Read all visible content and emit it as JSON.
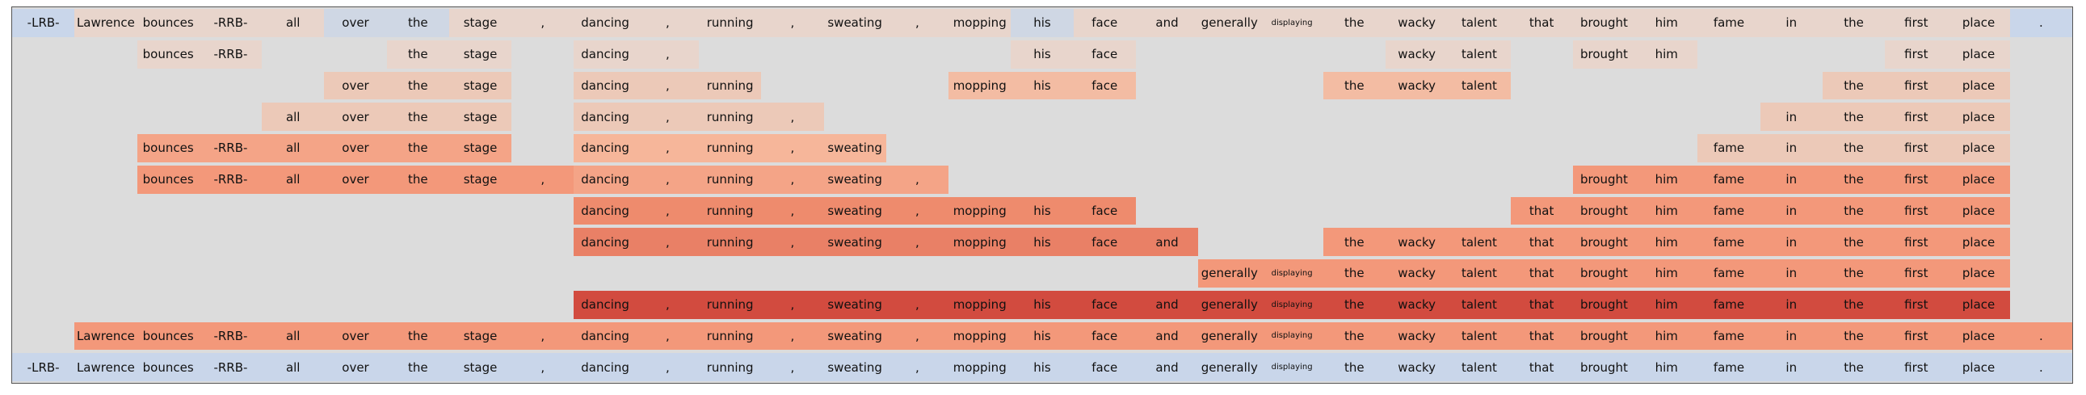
{
  "tokens": [
    "-LRB-",
    "Lawrence",
    "bounces",
    "-RRB-",
    "all",
    "over",
    "the",
    "stage",
    ",",
    "dancing",
    ",",
    "running",
    ",",
    "sweating",
    ",",
    "mopping",
    "his",
    "face",
    "and",
    "generally",
    "displaying",
    "the",
    "wacky",
    "talent",
    "that",
    "brought",
    "him",
    "fame",
    "in",
    "the",
    "first",
    "place",
    "."
  ],
  "colors": {
    "background": "#dcdcdc",
    "blue": "#c9d6ea",
    "blue2": "#cfd7e4",
    "a": "#e8d5cc",
    "b": "#ecc9b8",
    "c": "#f3bca3",
    "d": "#f6b69a",
    "e": "#f4a487",
    "f": "#f3987a",
    "g": "#ee8b6d",
    "h": "#e98066",
    "i": "#d24b3f"
  },
  "rows": [
    {
      "cells": [
        "blue",
        "a",
        "a",
        "a",
        "a",
        "blue2",
        "blue2",
        "a",
        "a",
        "a",
        "a",
        "a",
        "a",
        "a",
        "a",
        "a",
        "blue2",
        "a",
        "a",
        "a",
        "a",
        "a",
        "a",
        "a",
        "a",
        "a",
        "a",
        "a",
        "a",
        "a",
        "a",
        "a",
        "blue"
      ]
    },
    {
      "cells": [
        null,
        null,
        "a",
        "a",
        null,
        null,
        "a",
        "a",
        null,
        "a",
        "a",
        null,
        null,
        null,
        null,
        null,
        "a",
        "a",
        null,
        null,
        null,
        null,
        "a",
        "a",
        null,
        "a",
        "a",
        null,
        null,
        null,
        "a",
        "a",
        null
      ]
    },
    {
      "cells": [
        null,
        null,
        null,
        null,
        null,
        "b",
        "b",
        "b",
        null,
        "b",
        "b",
        "b",
        null,
        null,
        null,
        "c",
        "c",
        "c",
        null,
        null,
        null,
        "c",
        "c",
        "c",
        null,
        null,
        null,
        null,
        null,
        "b",
        "b",
        "b",
        null
      ]
    },
    {
      "cells": [
        null,
        null,
        null,
        null,
        "b",
        "b",
        "b",
        "b",
        null,
        "b",
        "b",
        "b",
        "b",
        null,
        null,
        null,
        null,
        null,
        null,
        null,
        null,
        null,
        null,
        null,
        null,
        null,
        null,
        null,
        "b",
        "b",
        "b",
        "b",
        null
      ]
    },
    {
      "cells": [
        null,
        null,
        "e",
        "e",
        "e",
        "e",
        "e",
        "e",
        null,
        "d",
        "d",
        "d",
        "d",
        "d",
        null,
        null,
        null,
        null,
        null,
        null,
        null,
        null,
        null,
        null,
        null,
        null,
        null,
        "b",
        "b",
        "b",
        "b",
        "b",
        null
      ]
    },
    {
      "cells": [
        null,
        null,
        "f",
        "f",
        "f",
        "f",
        "f",
        "f",
        "f",
        "e",
        "e",
        "e",
        "e",
        "e",
        "e",
        null,
        null,
        null,
        null,
        null,
        null,
        null,
        null,
        null,
        null,
        "f",
        "f",
        "f",
        "f",
        "f",
        "f",
        "f",
        null
      ]
    },
    {
      "cells": [
        null,
        null,
        null,
        null,
        null,
        null,
        null,
        null,
        null,
        "g",
        "g",
        "g",
        "g",
        "g",
        "g",
        "g",
        "g",
        "g",
        null,
        null,
        null,
        null,
        null,
        null,
        "f",
        "f",
        "f",
        "f",
        "f",
        "f",
        "f",
        "f",
        null
      ]
    },
    {
      "cells": [
        null,
        null,
        null,
        null,
        null,
        null,
        null,
        null,
        null,
        "h",
        "h",
        "h",
        "h",
        "h",
        "h",
        "h",
        "h",
        "h",
        "h",
        null,
        null,
        "f",
        "f",
        "f",
        "f",
        "f",
        "f",
        "f",
        "f",
        "f",
        "f",
        "f",
        null
      ]
    },
    {
      "cells": [
        null,
        null,
        null,
        null,
        null,
        null,
        null,
        null,
        null,
        null,
        null,
        null,
        null,
        null,
        null,
        null,
        null,
        null,
        null,
        "f",
        "f",
        "f",
        "f",
        "f",
        "f",
        "f",
        "f",
        "f",
        "f",
        "f",
        "f",
        "f",
        null
      ]
    },
    {
      "cells": [
        null,
        null,
        null,
        null,
        null,
        null,
        null,
        null,
        null,
        "i",
        "i",
        "i",
        "i",
        "i",
        "i",
        "i",
        "i",
        "i",
        "i",
        "i",
        "i",
        "i",
        "i",
        "i",
        "i",
        "i",
        "i",
        "i",
        "i",
        "i",
        "i",
        "i",
        null
      ]
    },
    {
      "cells": [
        null,
        "f",
        "f",
        "f",
        "f",
        "f",
        "f",
        "f",
        "f",
        "f",
        "f",
        "f",
        "f",
        "f",
        "f",
        "f",
        "f",
        "f",
        "f",
        "f",
        "f",
        "f",
        "f",
        "f",
        "f",
        "f",
        "f",
        "f",
        "f",
        "f",
        "f",
        "f",
        "f"
      ]
    },
    {
      "cells": [
        "blue",
        "blue",
        "blue",
        "blue",
        "blue",
        "blue",
        "blue",
        "blue",
        "blue",
        "blue",
        "blue",
        "blue",
        "blue",
        "blue",
        "blue",
        "blue",
        "blue",
        "blue",
        "blue",
        "blue",
        "blue",
        "blue",
        "blue",
        "blue",
        "blue",
        "blue",
        "blue",
        "blue",
        "blue",
        "blue",
        "blue",
        "blue",
        "blue"
      ]
    }
  ]
}
